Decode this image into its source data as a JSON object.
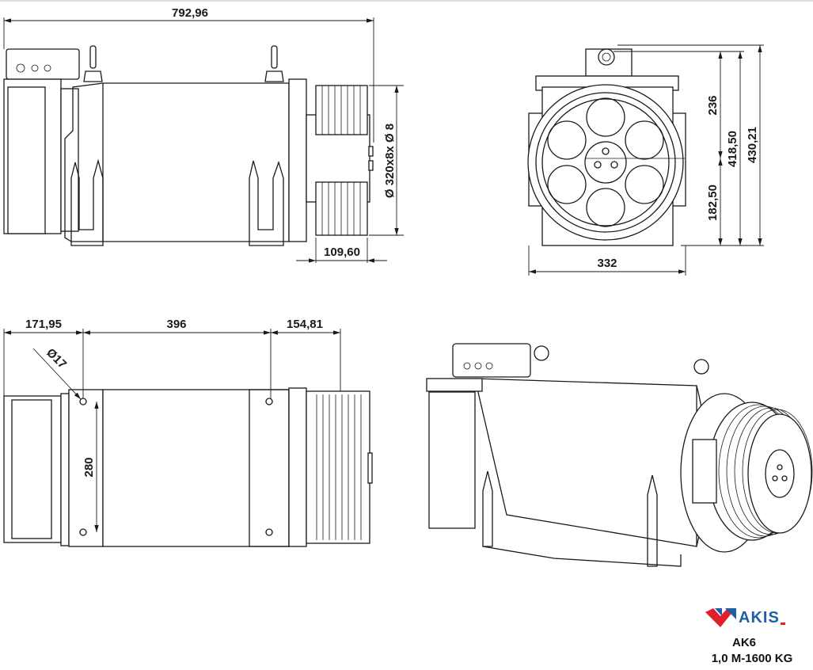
{
  "dimensions": {
    "side_view": {
      "overall_length": "792,96",
      "sheave_spec": "Ø 320x8x Ø 8",
      "sheave_width": "109,60"
    },
    "front_view": {
      "upper_height": "236",
      "lower_height": "182,50",
      "axis_height": "418,50",
      "total_height": "430,21",
      "width": "332"
    },
    "top_view": {
      "left_offset": "171,95",
      "hole_spacing": "396",
      "right_offset": "154,81",
      "hole_diameter": "Ø17",
      "hole_width": "280"
    }
  },
  "logo": {
    "brand": "AKIS",
    "colors": {
      "red": "#e0202a",
      "blue": "#1f5fa8"
    }
  },
  "caption": {
    "model": "AK6",
    "spec": "1,0 M-1600 KG"
  }
}
